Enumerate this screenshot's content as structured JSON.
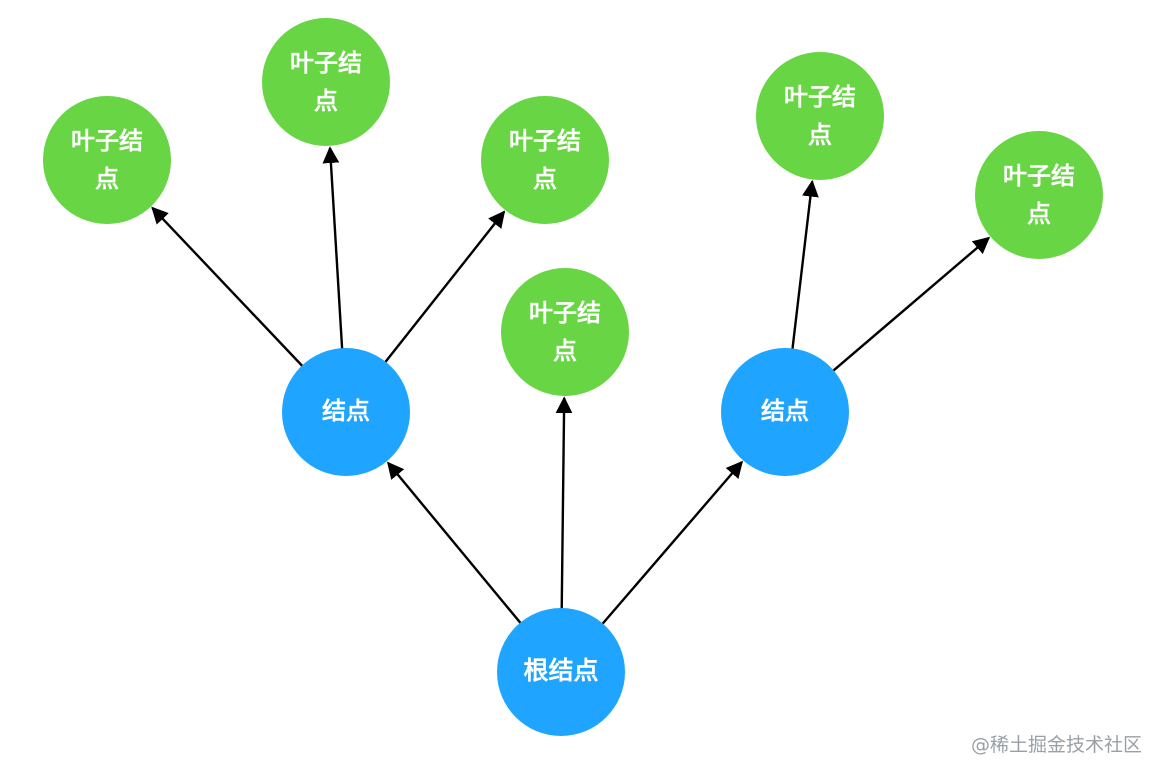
{
  "diagram": {
    "colors": {
      "leaf": "#67D544",
      "branch": "#1FA5FF",
      "edge": "#000000",
      "text": "#FFFFFF"
    },
    "nodes": {
      "root": {
        "label": "根结点",
        "kind": "root"
      },
      "branch_left": {
        "label": "结点",
        "kind": "branch"
      },
      "branch_right": {
        "label": "结点",
        "kind": "branch"
      },
      "leaf_1": {
        "line1": "叶子结",
        "line2": "点",
        "kind": "leaf"
      },
      "leaf_2": {
        "line1": "叶子结",
        "line2": "点",
        "kind": "leaf"
      },
      "leaf_3": {
        "line1": "叶子结",
        "line2": "点",
        "kind": "leaf"
      },
      "leaf_4": {
        "line1": "叶子结",
        "line2": "点",
        "kind": "leaf"
      },
      "leaf_5": {
        "line1": "叶子结",
        "line2": "点",
        "kind": "leaf"
      },
      "leaf_6": {
        "line1": "叶子结",
        "line2": "点",
        "kind": "leaf"
      }
    },
    "edges": [
      {
        "from": "root",
        "to": "branch_left"
      },
      {
        "from": "root",
        "to": "leaf_4"
      },
      {
        "from": "root",
        "to": "branch_right"
      },
      {
        "from": "branch_left",
        "to": "leaf_1"
      },
      {
        "from": "branch_left",
        "to": "leaf_2"
      },
      {
        "from": "branch_left",
        "to": "leaf_3"
      },
      {
        "from": "branch_right",
        "to": "leaf_5"
      },
      {
        "from": "branch_right",
        "to": "leaf_6"
      }
    ]
  },
  "watermark": "@稀土掘金技术社区"
}
